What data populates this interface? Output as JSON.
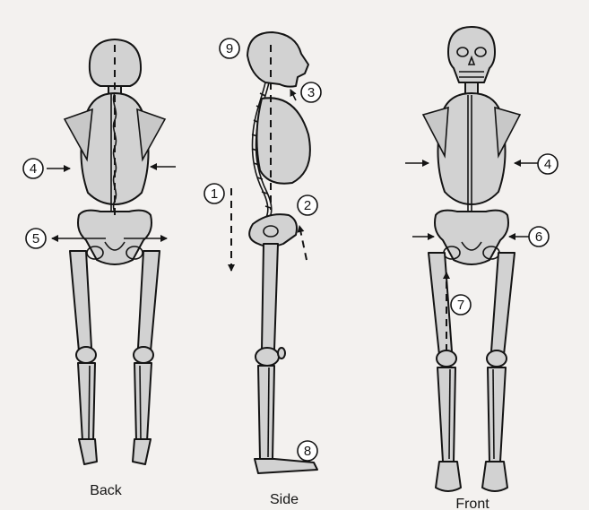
{
  "views": {
    "back": "Back",
    "side": "Side",
    "front": "Front"
  },
  "markers": {
    "m1": "1",
    "m2": "2",
    "m3": "3",
    "m4_back": "4",
    "m4_front": "4",
    "m5": "5",
    "m6": "6",
    "m7": "7",
    "m8": "8",
    "m9": "9"
  }
}
